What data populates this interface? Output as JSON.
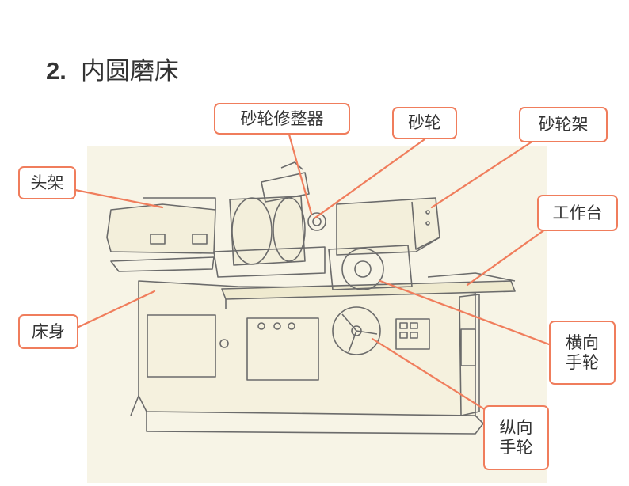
{
  "slide": {
    "number": "2.",
    "title": "内圆磨床"
  },
  "labels": {
    "dresser": "砂轮修整器",
    "wheel": "砂轮",
    "wheel_head": "砂轮架",
    "headstock": "头架",
    "table": "工作台",
    "bed": "床身",
    "cross_feed": "横向\n手轮",
    "long_feed": "纵向\n手轮"
  },
  "colors": {
    "callout": "#f07d5c",
    "line_art": "#6b6b6b",
    "paper": "#f7f4e6"
  }
}
